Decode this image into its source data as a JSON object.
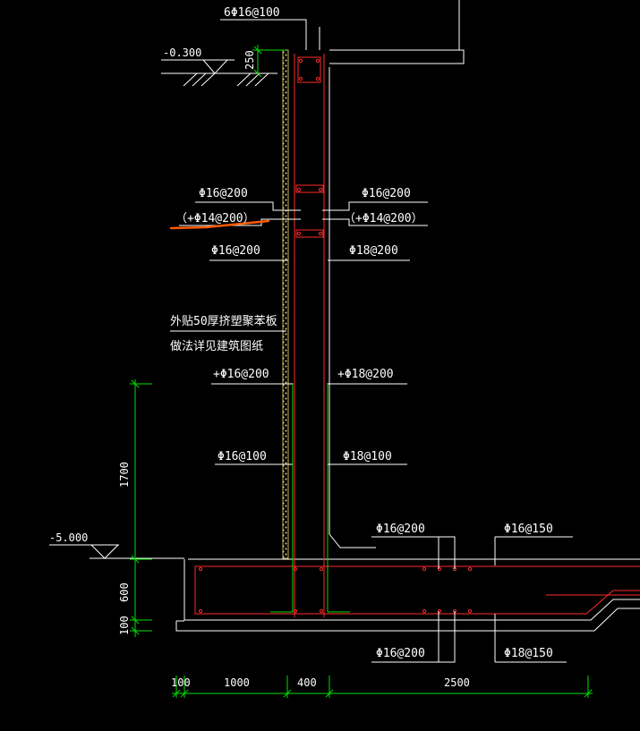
{
  "labels": {
    "top_bar": "6Φ16@100",
    "top_level": "-0.300",
    "top_dim_250": "250",
    "left_200_a": "Φ16@200",
    "left_14": "（+Φ14@200）",
    "right_200_a": "Φ16@200",
    "right_14": "（+Φ14@200）",
    "left_200_b": "Φ16@200",
    "right_18_200": "Φ18@200",
    "note_line1": "外贴50厚挤塑聚苯板",
    "note_line2": "做法详见建筑图纸",
    "left_plus_16": "+Φ16@200",
    "right_plus_18": "+Φ18@200",
    "left_100": "Φ16@100",
    "right_18_100": "Φ18@100",
    "dim_1700": "1700",
    "base_level": "-5.000",
    "dim_600": "600",
    "dim_100_v": "100",
    "slab_top_200": "Φ16@200",
    "slab_top_150": "Φ16@150",
    "slab_bot_200": "Φ16@200",
    "slab_bot_150": "Φ18@150",
    "dim_100_h": "100",
    "dim_1000": "1000",
    "dim_400": "400",
    "dim_2500": "2500"
  },
  "colors": {
    "background": "#000000",
    "linework": "#ffffff",
    "dimension": "#00e000",
    "rebar": "#ff2a2a",
    "insulation": "#e8e070",
    "markup": "#ff5a00"
  }
}
